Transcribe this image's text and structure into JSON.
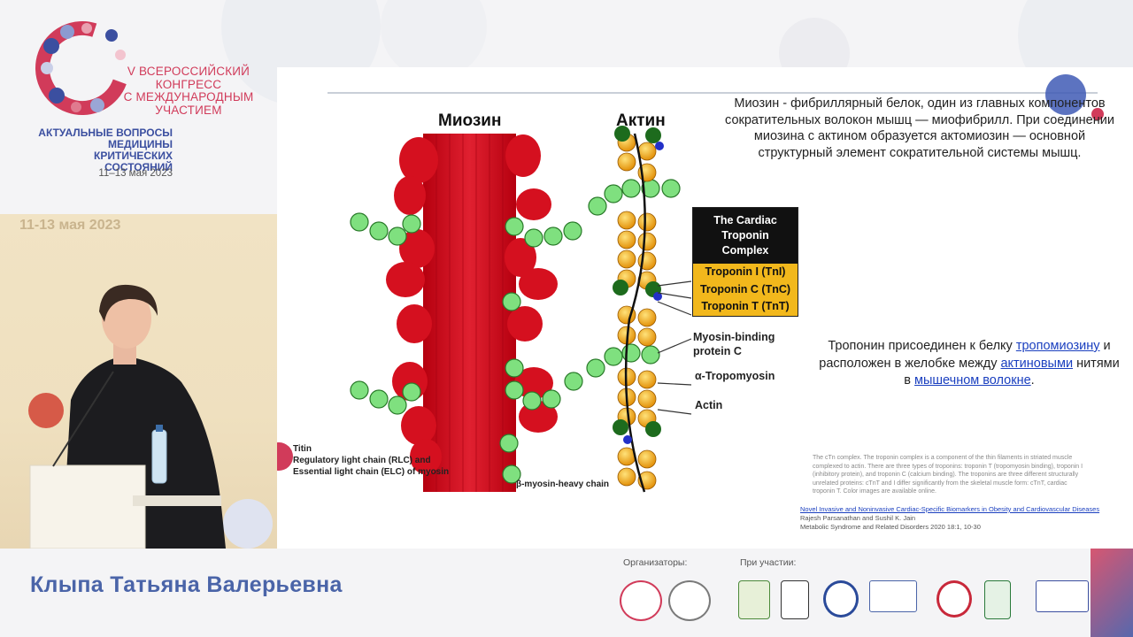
{
  "congress": {
    "title_lines": [
      "V ВСЕРОССИЙСКИЙ",
      "КОНГРЕСС",
      "С МЕЖДУНАРОДНЫМ",
      "УЧАСТИЕМ"
    ],
    "subtitle_lines": [
      "АКТУАЛЬНЫЕ ВОПРОСЫ",
      "МЕДИЦИНЫ КРИТИЧЕСКИХ",
      "СОСТОЯНИЙ"
    ],
    "dates": "11–13 мая 2023",
    "backdrop_dates": "11-13 мая 2023"
  },
  "slide": {
    "heading_myosin": "Миозин",
    "heading_actin": "Актин",
    "description_1": "Миозин - фибриллярный белок, один из главных компонентов сократительных волокон мышц — миофибрилл. При соединении миозина с актином образуется актомиозин — основной структурный элемент сократительной системы мышц.",
    "description_2": {
      "part1": "Тропонин присоединен к белку ",
      "link1": "тропомиозину",
      "part2": " и расположен в желобке между ",
      "link2": "актиновыми",
      "part3": " нитями в ",
      "link3": "мышечном волокне",
      "part4": "."
    },
    "troponin_box": {
      "title_lines": [
        "The Cardiac",
        "Troponin",
        "Complex"
      ],
      "rows": [
        "Troponin I (TnI)",
        "Troponin C (TnC)",
        "Troponin T (TnT)"
      ]
    },
    "labels": {
      "myosin_binding": "Myosin-binding",
      "protein_c": "protein C",
      "tropomyosin": "α-Tropomyosin",
      "actin": "Actin",
      "titin": "Titin",
      "light_chain_1": "Regulatory light chain (RLC) and",
      "light_chain_2": "Essential light chain (ELC) of myosin",
      "heavy_chain": "β-myosin-heavy chain"
    },
    "caption": "The cTn complex. The troponin complex is a component of the thin filaments in striated muscle complexed to actin. There are three types of troponins: troponin T (tropomyosin binding), troponin I (inhibitory protein), and troponin C (calcium binding). The troponins are three different structurally unrelated proteins: cTnT and I differ significantly from the skeletal muscle form: cTnT, cardiac troponin T. Color images are available online.",
    "reference": {
      "title": "Novel Invasive and Noninvasive Cardiac-Specific Biomarkers in Obesity and Cardiovascular Diseases",
      "authors": "Rajesh Parsanathan and Sushil K. Jain",
      "journal": "Metabolic Syndrome and Related Disorders 2020 18:1, 10-30"
    }
  },
  "footer": {
    "speaker_name": "Клыпа Татьяна Валерьевна",
    "organizers_label": "Организаторы:",
    "participation_label": "При участии:"
  },
  "colors": {
    "brand_red": "#d13b5a",
    "brand_blue": "#3b4fa0",
    "name_blue": "#4a64a8",
    "myosin_red": "#cc1020",
    "troponin_yellow": "#f2b81c"
  }
}
